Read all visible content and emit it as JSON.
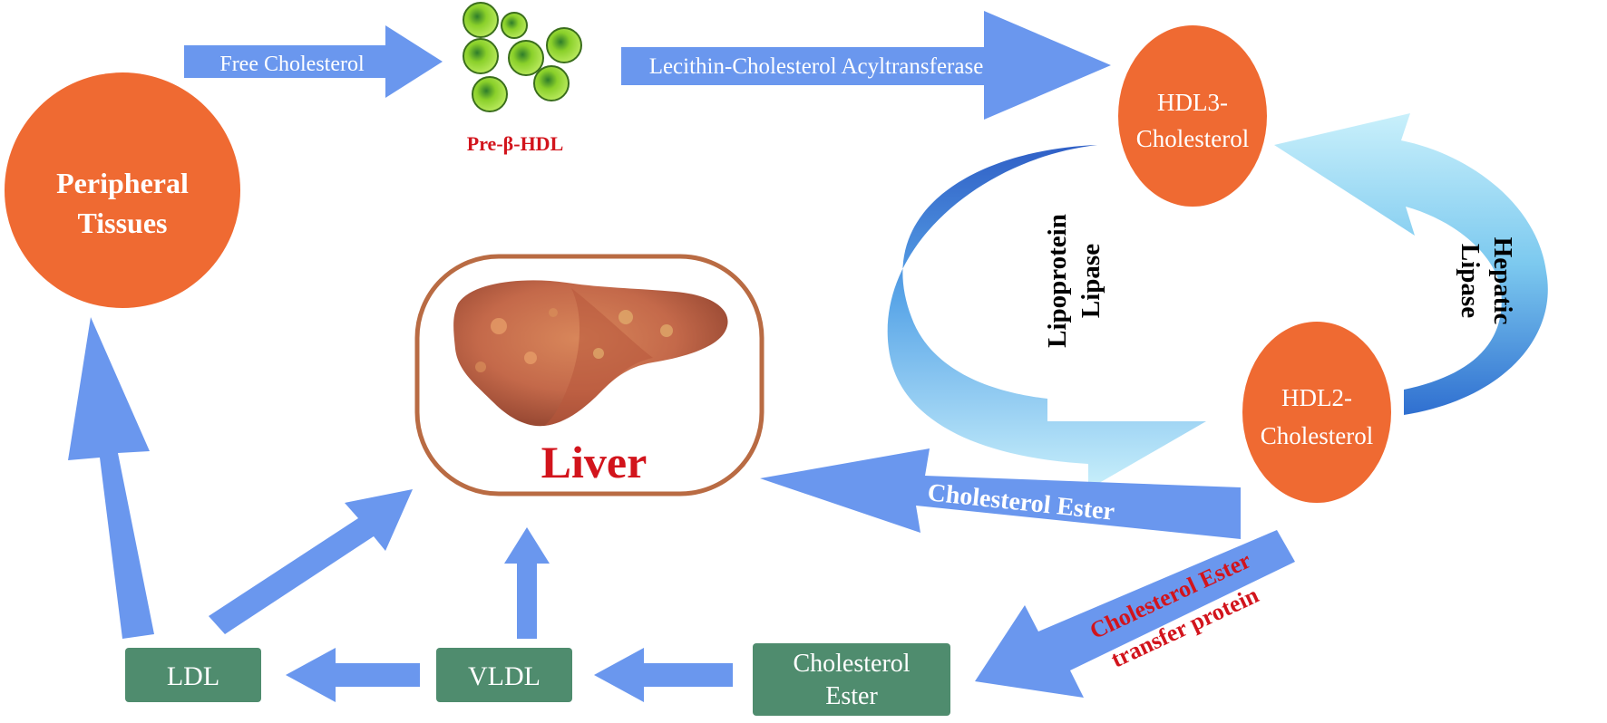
{
  "nodes": {
    "peripheral_tissues": [
      "Peripheral",
      "Tissues"
    ],
    "pre_beta_hdl": "Pre-β-HDL",
    "hdl3": [
      "HDL3-",
      "Cholesterol"
    ],
    "hdl2": [
      "HDL2-",
      "Cholesterol"
    ],
    "liver": "Liver",
    "ldl": "LDL",
    "vldl": "VLDL",
    "cholesterol_ester_box": [
      "Cholesterol",
      "Ester"
    ]
  },
  "arrows": {
    "free_cholesterol": "Free Cholesterol",
    "lcat": "Lecithin-Cholesterol Acyltransferase",
    "lipoprotein_lipase": [
      "Lipoprotein",
      "Lipase"
    ],
    "hepatic_lipase": [
      "Hepatic",
      "Lipase"
    ],
    "cholesterol_ester": "Cholesterol Ester",
    "cetp": [
      "Cholesterol Ester",
      "transfer protein"
    ]
  },
  "colors": {
    "arrow_blue": "#6a97ee",
    "node_orange": "#ef6a32",
    "box_green": "#4f8c6e",
    "liver_frame": "#b96b43",
    "red_text": "#d2141c",
    "cell_green": "#8ccf2e"
  }
}
